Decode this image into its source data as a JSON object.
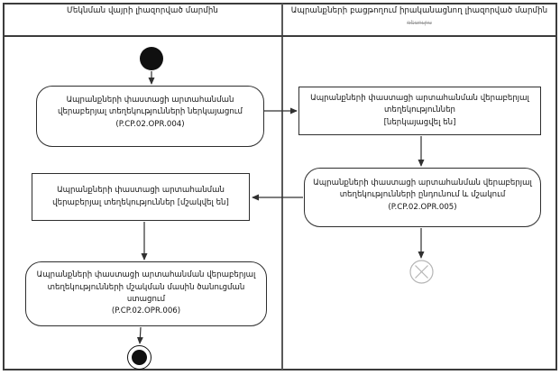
{
  "diagram": {
    "type": "uml-activity-diagram-with-swimlanes",
    "lanes": [
      {
        "title": "Մեկնման վայրի լիազորված մարմին"
      },
      {
        "title": "Ապրանքների բացթողում իրականացնող լիազորված մարմին",
        "subtitle": "ռեսուրս"
      }
    ],
    "nodes": {
      "action_submit": {
        "shape": "rounded-action",
        "text": "Ապրանքների փաստացի արտահանման\nվերաբերյալ տեղեկությունների ներկայացում\n(P.CP.02.OPR.004)"
      },
      "object_submitted": {
        "shape": "object-state",
        "text": "Ապրանքների փաստացի արտահանման վերաբերյալ\nտեղեկություններ\n[ներկայացվել են]"
      },
      "action_process": {
        "shape": "rounded-action",
        "text": "Ապրանքների փաստացի արտահանման վերաբերյալ\nտեղեկությունների ընդունում և մշակում\n(P.CP.02.OPR.005)"
      },
      "object_processed": {
        "shape": "object-state",
        "text": "Ապրանքների փաստացի արտահանման\nվերաբերյալ տեղեկություններ [մշակվել են]"
      },
      "action_receive_notice": {
        "shape": "rounded-action",
        "text": "Ապրանքների փաստացի արտահանման վերաբերյալ\nտեղեկությունների մշակման մասին ծանուցման\nստացում\n(P.CP.02.OPR.006)"
      }
    },
    "special_nodes": {
      "initial": "start-filled-circle",
      "activity_final": "bullseye-circle",
      "flow_final": "circled-x"
    },
    "colors": {
      "line": "#303030",
      "frame": "#3c3c3c",
      "lane_divider": "#5a5a5a",
      "flow_final_gray": "#b5b5b5",
      "background": "#ffffff"
    }
  }
}
